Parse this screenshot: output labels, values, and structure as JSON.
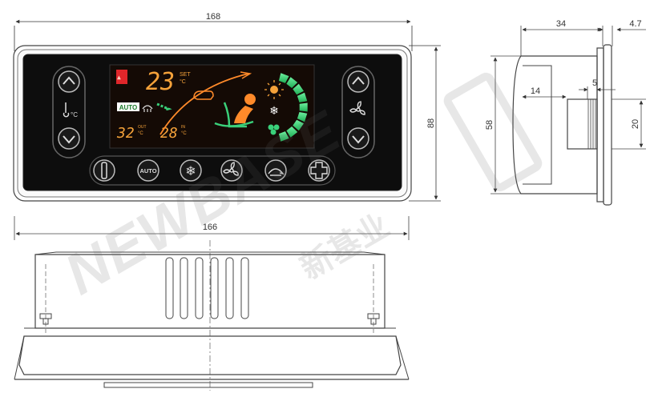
{
  "dimensions": {
    "overall_width": "168",
    "overall_height": "88",
    "body_width": "166",
    "side_depth": "34",
    "flange_thickness": "4.7",
    "body_height": "58",
    "inner_offset": "14",
    "connector_width": "5",
    "connector_height": "20"
  },
  "display": {
    "set_temp": "23",
    "set_label": "SET",
    "set_unit": "°C",
    "auto_badge": "AUTO",
    "out_temp": "32",
    "out_label": "OUT",
    "out_unit": "°C",
    "in_temp": "28",
    "in_label": "IN",
    "in_unit": "°C",
    "fan_bars": 9
  },
  "buttons": {
    "auto_label": "AUTO"
  },
  "watermark": {
    "latin": "NEWBASE",
    "chinese": "新基业"
  },
  "colors": {
    "panel": "#0d0d0d",
    "lcd_bg": "#140a05",
    "amber": "#f5a23a",
    "green": "#3ad07a",
    "red": "#e0262a",
    "orange": "#ff8a2a"
  }
}
